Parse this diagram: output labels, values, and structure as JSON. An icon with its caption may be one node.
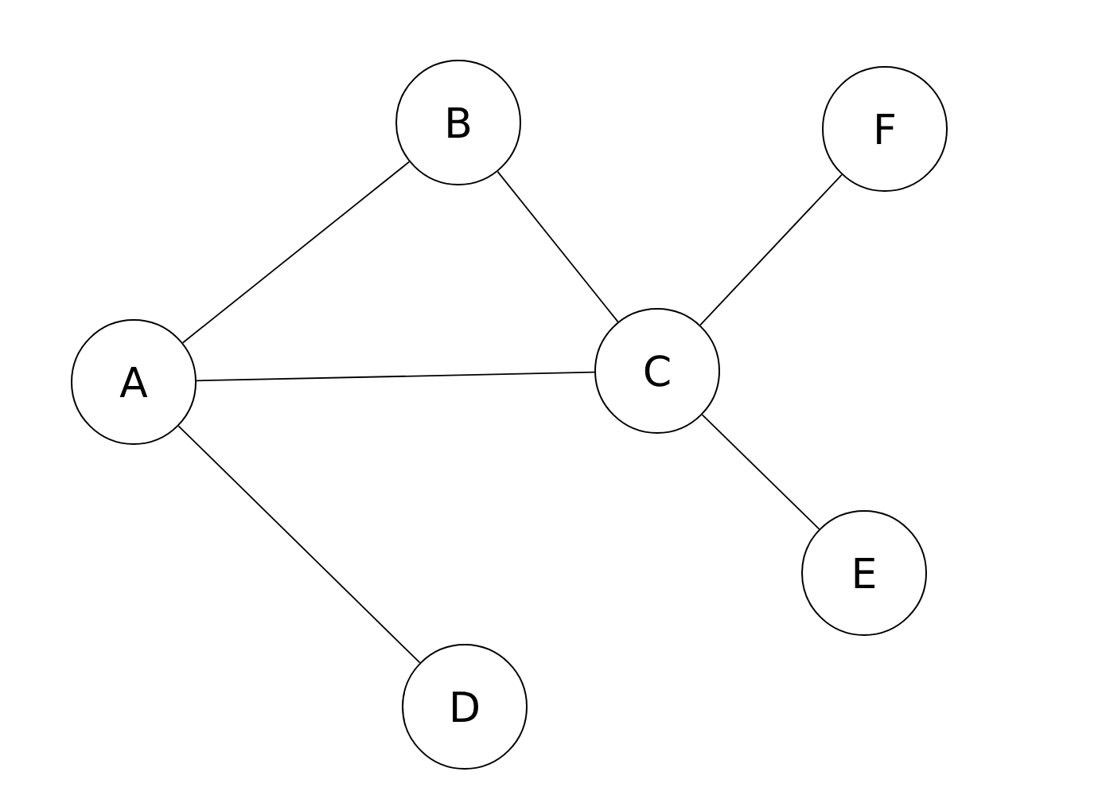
{
  "diagram": {
    "nodes": [
      {
        "text": [
          "A"
        ]
      },
      {
        "text": [
          "B"
        ]
      },
      {
        "text": [
          "C"
        ]
      },
      {
        "text": [
          "D"
        ]
      },
      {
        "text": [
          "E"
        ]
      },
      {
        "text": [
          "F"
        ]
      }
    ],
    "edges": [
      {
        "from": 0,
        "to": 1,
        "arrow": "none"
      },
      {
        "from": 1,
        "to": 2,
        "arrow": "none"
      },
      {
        "from": 0,
        "to": 2,
        "arrow": "none"
      },
      {
        "from": 0,
        "to": 3,
        "arrow": "none"
      },
      {
        "from": 2,
        "to": 5,
        "arrow": "none"
      },
      {
        "from": 2,
        "to": 4,
        "arrow": "none"
      }
    ]
  }
}
